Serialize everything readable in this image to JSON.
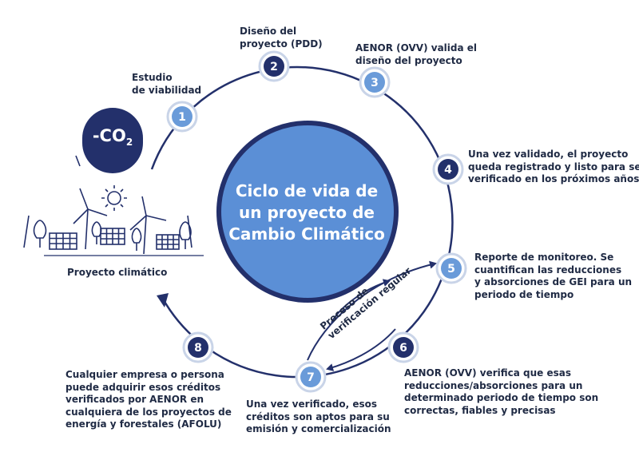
{
  "center_title": [
    "Ciclo de vida de",
    "un proyecto de",
    "Cambio Climático"
  ],
  "co2_label": "-CO",
  "co2_sub": "2",
  "project_label": "Proyecto climático",
  "process_label": [
    "Proceso de",
    "verificación regular"
  ],
  "steps": [
    {
      "num": "1",
      "text": [
        "Estudio",
        "de viabilidad"
      ]
    },
    {
      "num": "2",
      "text": [
        "Diseño del",
        "proyecto (PDD)"
      ]
    },
    {
      "num": "3",
      "text": [
        "AENOR (OVV) valida el",
        "diseño del proyecto"
      ]
    },
    {
      "num": "4",
      "text": [
        "Una vez validado, el proyecto",
        "queda registrado y listo para ser",
        "verificado en los próximos años"
      ]
    },
    {
      "num": "5",
      "text": [
        "Reporte de monitoreo. Se",
        "cuantifican las reducciones",
        "y absorciones de GEI para un",
        "periodo de tiempo"
      ]
    },
    {
      "num": "6",
      "text": [
        "AENOR (OVV) verifica que esas",
        "reducciones/absorciones para un",
        "determinado periodo de tiempo son",
        "correctas, fiables y precisas"
      ]
    },
    {
      "num": "7",
      "text": [
        "Una vez verificado, esos",
        "créditos son aptos para su",
        "emisión y comercialización"
      ]
    },
    {
      "num": "8",
      "text": [
        "Cualquier empresa o persona",
        "puede adquirir esos créditos",
        "verificados por AENOR en",
        "cualquiera de los proyectos de",
        "energía y forestales (AFOLU)"
      ]
    }
  ],
  "colors": {
    "ring": "#23306b",
    "center_fill": "#5b8fd6",
    "center_stroke": "#23306b",
    "badge_light": "#6a9bd9",
    "badge_dark": "#23306b",
    "text": "#1f2a44"
  }
}
